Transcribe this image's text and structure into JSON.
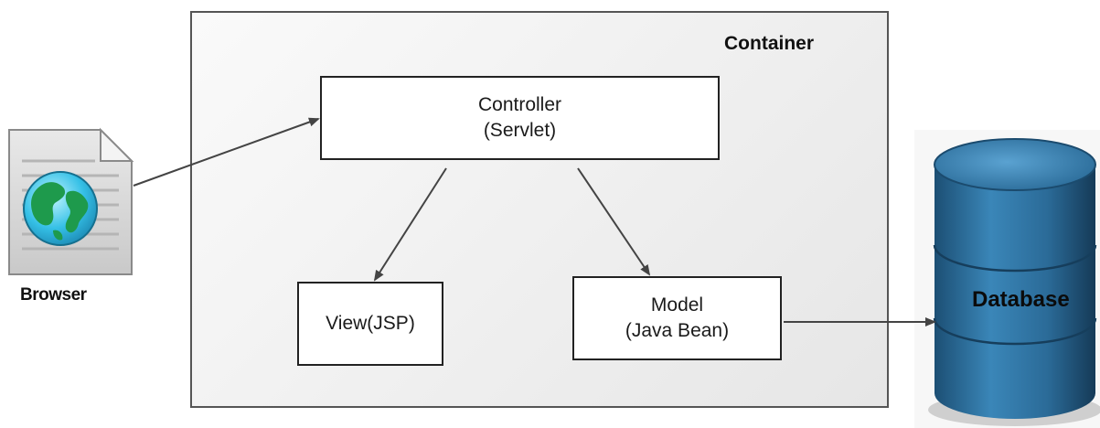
{
  "container": {
    "label": "Container"
  },
  "browser": {
    "label": "Browser"
  },
  "controller": {
    "line1": "Controller",
    "line2": "(Servlet)"
  },
  "view": {
    "label": "View(JSP)"
  },
  "model": {
    "line1": "Model",
    "line2": "(Java Bean)"
  },
  "database": {
    "label": "Database"
  },
  "icons": [
    "web-page-globe-icon",
    "database-cylinder-icon"
  ],
  "colors": {
    "database": "#2d6f9c",
    "arrows": "#444444",
    "container_border": "#555555"
  }
}
